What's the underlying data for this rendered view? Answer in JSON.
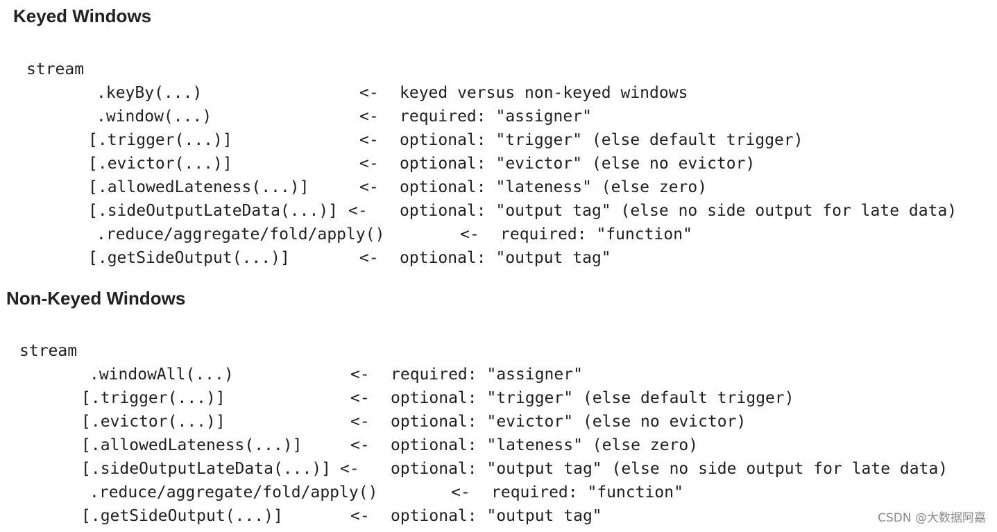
{
  "keyed": {
    "title": "Keyed Windows",
    "stream": "stream",
    "lines": [
      {
        "call": ".keyBy(...)",
        "arrow": "<-",
        "note": "keyed versus non-keyed windows"
      },
      {
        "call": ".window(...)",
        "arrow": "<-",
        "note": "required: \"assigner\""
      },
      {
        "call": "[.trigger(...)]",
        "arrow": "<-",
        "note": "optional: \"trigger\" (else default trigger)"
      },
      {
        "call": "[.evictor(...)]",
        "arrow": "<-",
        "note": "optional: \"evictor\" (else no evictor)"
      },
      {
        "call": "[.allowedLateness(...)]",
        "arrow": "<-",
        "note": "optional: \"lateness\" (else zero)"
      },
      {
        "call": "[.sideOutputLateData(...)]",
        "arrow": "<-",
        "note": "optional: \"output tag\" (else no side output for late data)"
      },
      {
        "call": ".reduce/aggregate/fold/apply()",
        "arrow": "<-",
        "note": "required: \"function\""
      },
      {
        "call": "[.getSideOutput(...)]",
        "arrow": "<-",
        "note": "optional: \"output tag\""
      }
    ]
  },
  "non_keyed": {
    "title": "Non-Keyed Windows",
    "stream": "stream",
    "lines": [
      {
        "call": ".windowAll(...)",
        "arrow": "<-",
        "note": "required: \"assigner\""
      },
      {
        "call": "[.trigger(...)]",
        "arrow": "<-",
        "note": "optional: \"trigger\" (else default trigger)"
      },
      {
        "call": "[.evictor(...)]",
        "arrow": "<-",
        "note": "optional: \"evictor\" (else no evictor)"
      },
      {
        "call": "[.allowedLateness(...)]",
        "arrow": "<-",
        "note": "optional: \"lateness\" (else zero)"
      },
      {
        "call": "[.sideOutputLateData(...)]",
        "arrow": "<-",
        "note": "optional: \"output tag\" (else no side output for late data)"
      },
      {
        "call": ".reduce/aggregate/fold/apply()",
        "arrow": "<-",
        "note": "required: \"function\""
      },
      {
        "call": "[.getSideOutput(...)]",
        "arrow": "<-",
        "note": "optional: \"output tag\""
      }
    ]
  },
  "watermark": "CSDN @大数据阿嘉"
}
